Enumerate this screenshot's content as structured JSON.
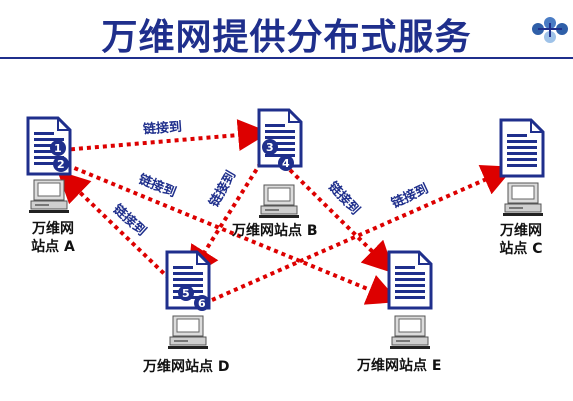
{
  "title": "万维网提供分布式服务",
  "link_label": "链接到",
  "colors": {
    "title": "#1f2f8c",
    "arrow": "#dd0000",
    "doc": "#1f2f8c",
    "badge": "#1f2f8c"
  },
  "sites": {
    "a_line1": "万维网",
    "a_line2": "站点 A",
    "b": "万维网站点 B",
    "c_line1": "万维网",
    "c_line2": "站点 C",
    "d": "万维网站点 D",
    "e": "万维网站点 E"
  },
  "badges": [
    "1",
    "2",
    "3",
    "4",
    "5",
    "6"
  ]
}
